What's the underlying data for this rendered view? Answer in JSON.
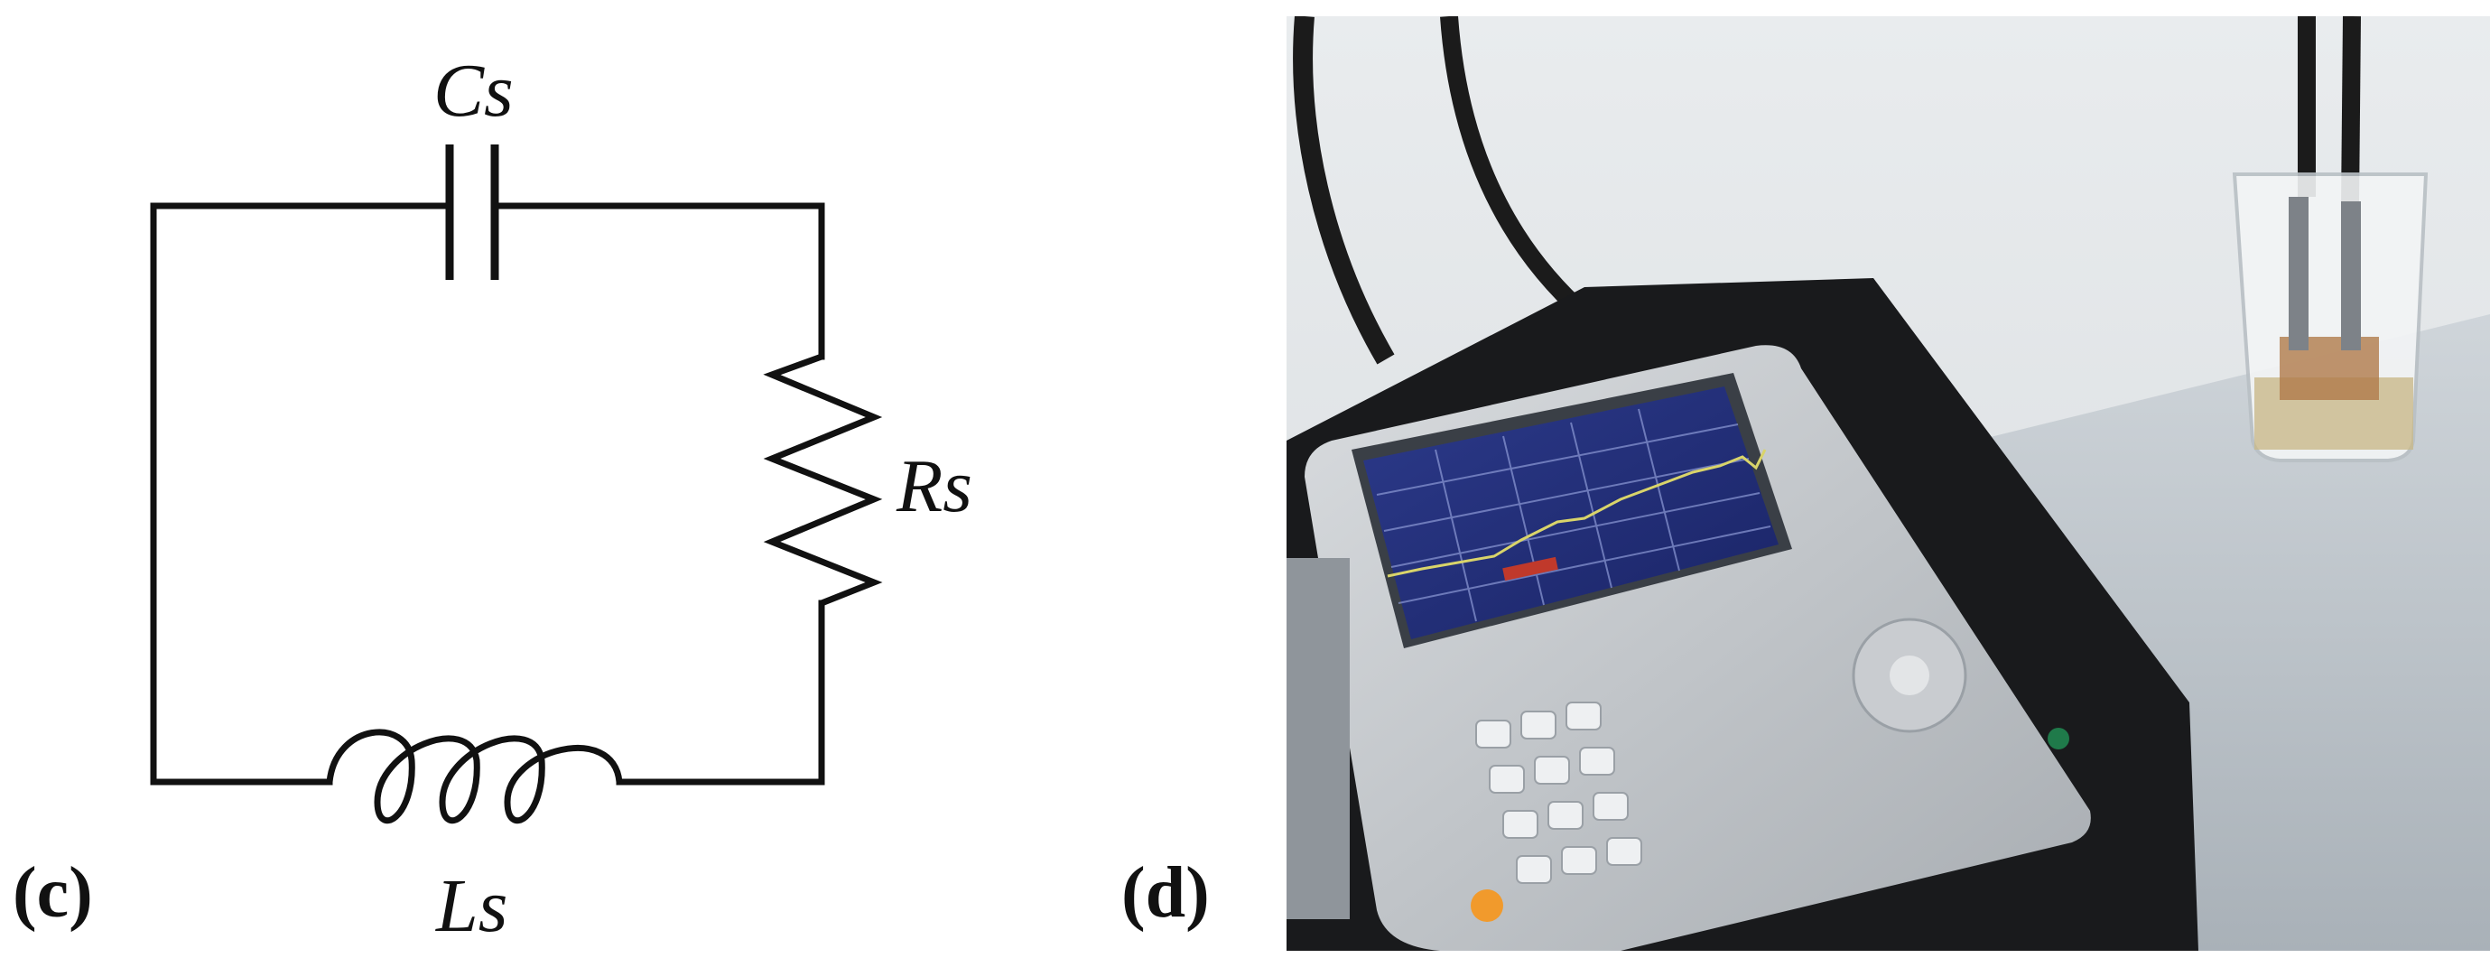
{
  "panels": [
    {
      "tag": "(c)",
      "components": {
        "capacitor": "Cs",
        "resistor": "Rs",
        "inductor": "Ls"
      }
    },
    {
      "tag": "(d)"
    }
  ]
}
